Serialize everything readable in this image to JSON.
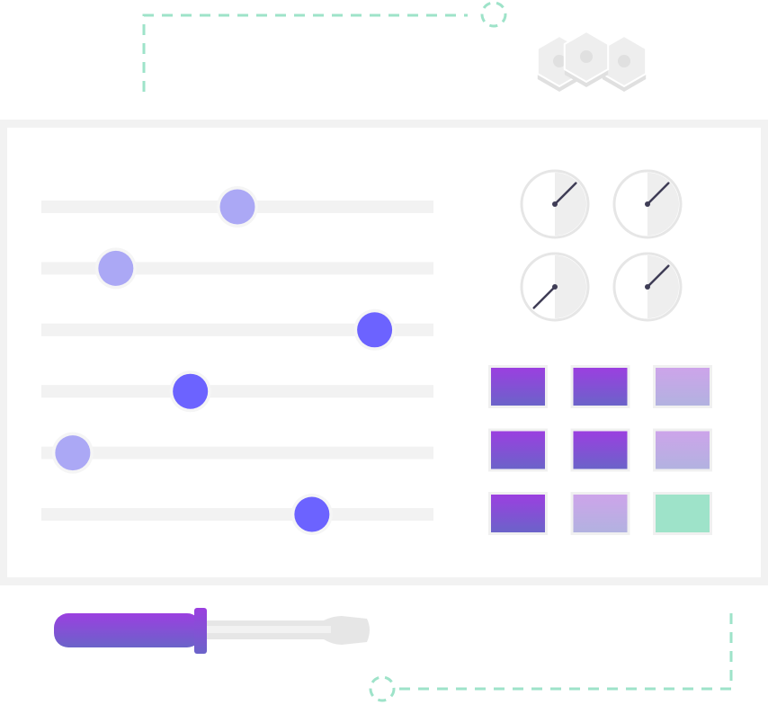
{
  "colors": {
    "frame_outer": "#f2f2f2",
    "frame_inner": "#ffffff",
    "track": "#f2f2f2",
    "thumb_light": "#aba8f5",
    "thumb_dark": "#6c63ff",
    "accent_green": "#9ee3c9",
    "purple_top": "#9b3fe0",
    "purple_bottom": "#6b63c9",
    "lilac_top": "#cda4ea",
    "lilac_bottom": "#b2b2e0",
    "knob_face": "#ffffff",
    "knob_edge": "#e6e6e6",
    "knob_shade": "#eeeeee",
    "pointer": "#3f3d56",
    "hex": "#eeeeee",
    "hex_shadow": "#e0e0e0"
  },
  "sliders": [
    {
      "level": 0.5,
      "tone": "light"
    },
    {
      "level": 0.19,
      "tone": "light"
    },
    {
      "level": 0.85,
      "tone": "dark"
    },
    {
      "level": 0.38,
      "tone": "dark"
    },
    {
      "level": 0.08,
      "tone": "light"
    },
    {
      "level": 0.69,
      "tone": "dark"
    }
  ],
  "knobs": [
    {
      "angle_deg": 45
    },
    {
      "angle_deg": 45
    },
    {
      "angle_deg": 225
    },
    {
      "angle_deg": 45
    }
  ],
  "swatches": [
    "purple",
    "purple",
    "lilac",
    "purple",
    "purple",
    "lilac",
    "purple",
    "lilac",
    "green"
  ],
  "icons": {
    "decoration": "hexagon-nuts-icon",
    "tool": "screwdriver-icon"
  }
}
